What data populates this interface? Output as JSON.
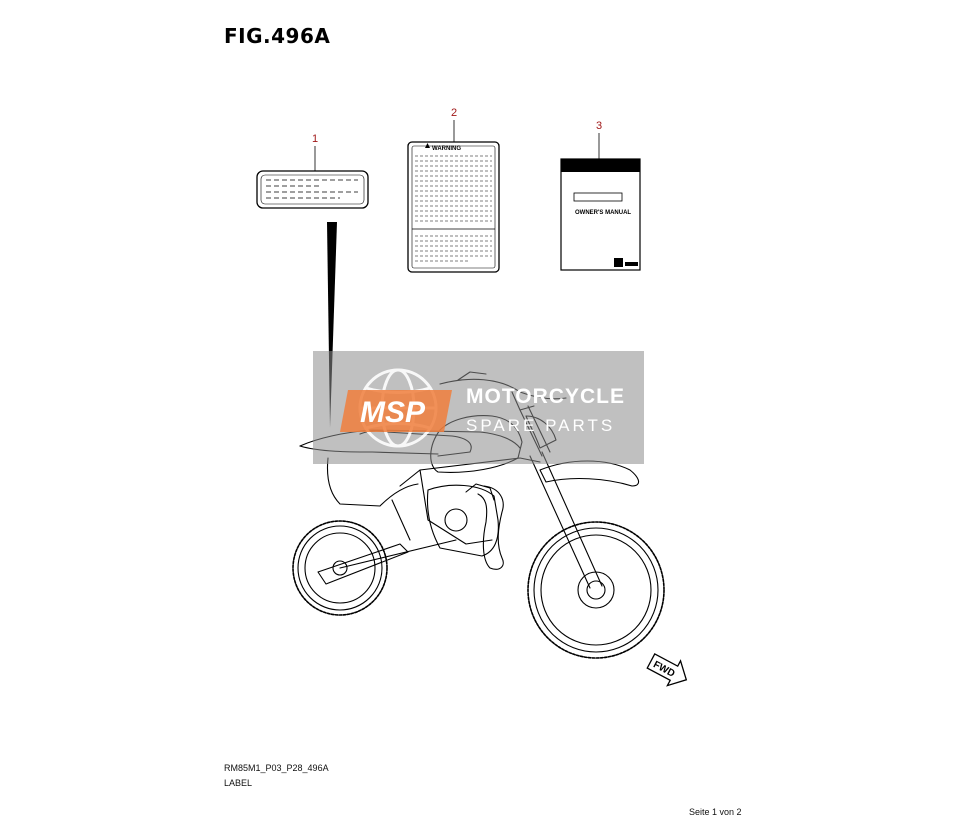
{
  "figure": {
    "title": "FIG.496A",
    "callouts": [
      "1",
      "2",
      "3"
    ],
    "label_2_header": "WARNING",
    "label_3_text": "OWNER'S MANUAL",
    "fwd_text": "FWD"
  },
  "watermark": {
    "badge": "MSP",
    "line1": "MOTORCYCLE",
    "line2": "SPARE PARTS"
  },
  "footer": {
    "code": "RM85M1_P03_P28_496A",
    "caption": "LABEL",
    "page": "Seite 1 von 2"
  },
  "colors": {
    "callout": "#a01818",
    "watermark_gray": "#8c8c8c",
    "msp_orange": "#f07e3c"
  }
}
